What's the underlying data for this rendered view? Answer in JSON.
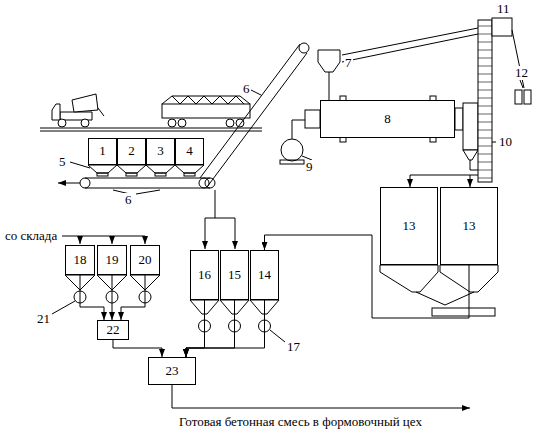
{
  "diagram": {
    "nodes": [
      {
        "text": [
          "1"
        ]
      },
      {
        "text": [
          "2"
        ]
      },
      {
        "text": [
          "3"
        ]
      },
      {
        "text": [
          "4"
        ]
      },
      {
        "text": [
          "8"
        ]
      },
      {
        "text": [
          "13"
        ]
      },
      {
        "text": [
          "13"
        ]
      },
      {
        "text": [
          "18"
        ]
      },
      {
        "text": [
          "19"
        ]
      },
      {
        "text": [
          "20"
        ]
      },
      {
        "text": [
          "16"
        ]
      },
      {
        "text": [
          "15"
        ]
      },
      {
        "text": [
          "14"
        ]
      },
      {
        "text": [
          "22"
        ]
      },
      {
        "text": [
          "23"
        ]
      }
    ],
    "edges": [
      {
        "from": 6,
        "to": 12,
        "arrow": "to"
      },
      {
        "from": 7,
        "to": 13,
        "arrow": "to"
      },
      {
        "from": 8,
        "to": 13,
        "arrow": "to"
      },
      {
        "from": 9,
        "to": 13,
        "arrow": "to"
      },
      {
        "from": 10,
        "to": 14,
        "arrow": "to"
      },
      {
        "from": 11,
        "to": 14,
        "arrow": "to"
      },
      {
        "from": 12,
        "to": 14,
        "arrow": "to"
      },
      {
        "from": 13,
        "to": 14,
        "arrow": "to"
      }
    ],
    "labels": [
      "11",
      "7",
      "12",
      "6",
      "5",
      "9",
      "10",
      "6",
      "со склада",
      "21",
      "17",
      "Готовая бетонная смесь в формовочный цех"
    ]
  }
}
